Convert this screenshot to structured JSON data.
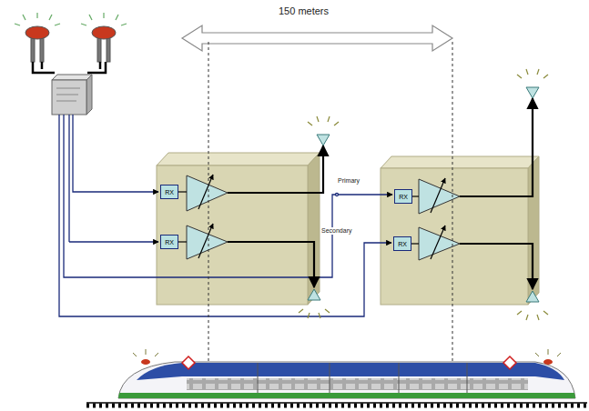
{
  "diagram": {
    "nodes": [
      {
        "text": [
          "RX"
        ]
      },
      {
        "text": [
          "RX"
        ]
      },
      {
        "text": [
          "RX"
        ]
      },
      {
        "text": [
          "RX"
        ]
      }
    ],
    "labels": [
      "150 meters",
      "Primary",
      "Secondary"
    ]
  }
}
